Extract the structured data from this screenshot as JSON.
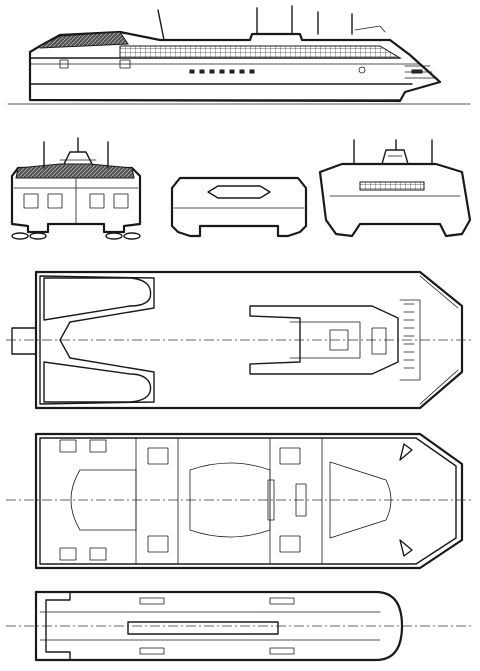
{
  "figure": {
    "views": [
      {
        "id": "side-elevation",
        "kind": "profile"
      },
      {
        "id": "front-elevation",
        "kind": "front"
      },
      {
        "id": "section",
        "kind": "section"
      },
      {
        "id": "rear-elevation",
        "kind": "rear"
      },
      {
        "id": "car-deck-plan",
        "kind": "plan"
      },
      {
        "id": "passenger-deck-plan",
        "kind": "plan"
      },
      {
        "id": "upper-deck-plan",
        "kind": "plan"
      }
    ],
    "colors": {
      "ink": "#1a1a1a",
      "paper": "#ffffff"
    }
  }
}
